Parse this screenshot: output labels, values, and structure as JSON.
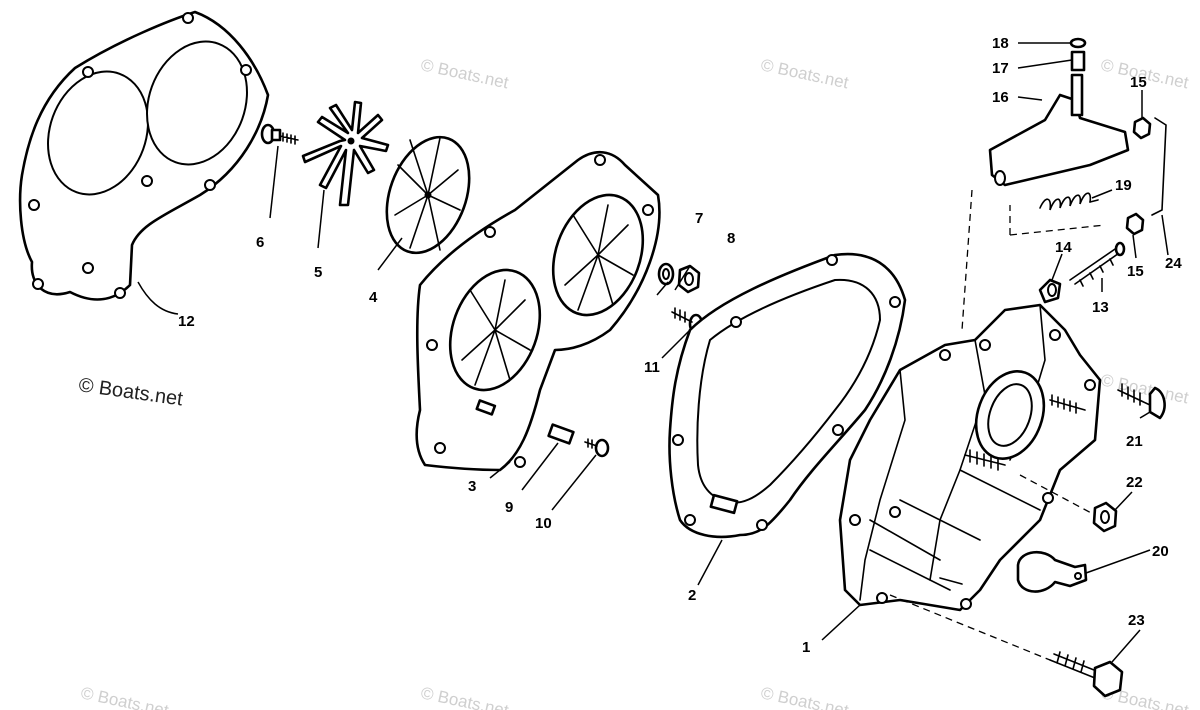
{
  "copyright": "© Boats.net",
  "watermark": "© Boats.net",
  "callouts": [
    "1",
    "2",
    "3",
    "4",
    "5",
    "6",
    "7",
    "8",
    "9",
    "10",
    "11",
    "12",
    "13",
    "14",
    "15",
    "15",
    "16",
    "17",
    "18",
    "19",
    "20",
    "21",
    "22",
    "23",
    "24"
  ]
}
